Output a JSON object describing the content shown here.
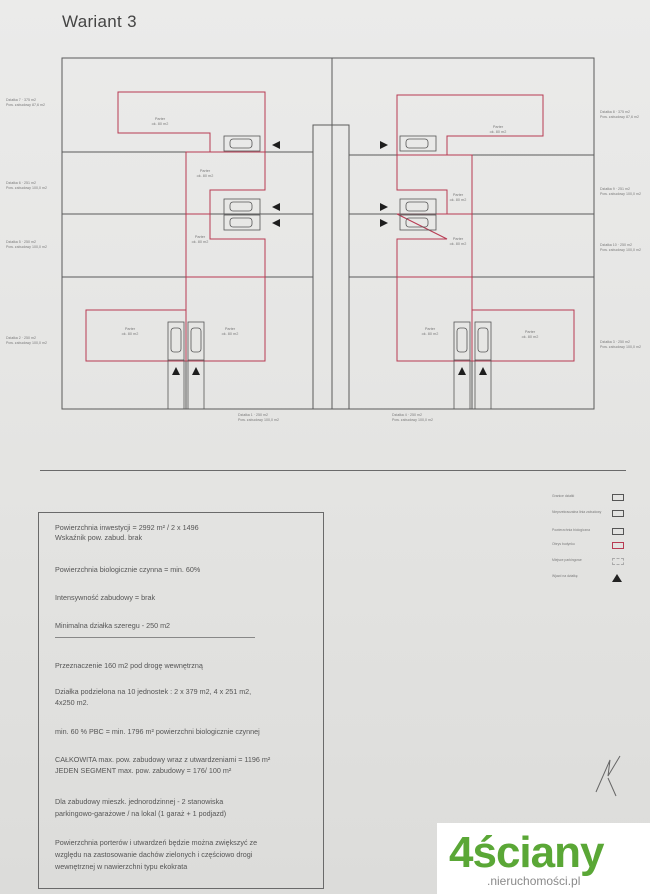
{
  "title": "Wariant 3",
  "lots": {
    "left": [
      {
        "name": "Działka 7 · 375 m2",
        "area": "Pow. zabudowy 87,6 m2"
      },
      {
        "name": "Działka 6 · 251 m2",
        "area": "Pow. zabudowy 100,0 m2"
      },
      {
        "name": "Działka 5 · 250 m2",
        "area": "Pow. zabudowy 100,0 m2"
      },
      {
        "name": "Działka 2 · 250 m2",
        "area": "Pow. zabudowy 100,0 m2"
      }
    ],
    "right": [
      {
        "name": "Działka 8 · 375 m2",
        "area": "Pow. zabudowy 87,6 m2"
      },
      {
        "name": "Działka 9 · 251 m2",
        "area": "Pow. zabudowy 100,0 m2"
      },
      {
        "name": "Działka 10 · 250 m2",
        "area": "Pow. zabudowy 100,0 m2"
      },
      {
        "name": "Działka 3 · 250 m2",
        "area": "Pow. zabudowy 100,0 m2"
      }
    ],
    "bottom_left": {
      "name": "Działka 1 · 250 m2",
      "area": "Pow. zabudowy 100,0 m2"
    },
    "bottom_right": {
      "name": "Działka 4 · 250 m2",
      "area": "Pow. zabudowy 100,0 m2"
    }
  },
  "house_label": "Parter",
  "house_area": "ok. 80 m2",
  "legend": [
    {
      "label": "Granice działki",
      "color": "#555555"
    },
    {
      "label": "Nieprzekraczalna linia zabudowy",
      "color": "#555555"
    },
    {
      "label": "Powierzchnia biologiczna",
      "color": "#555555"
    },
    {
      "label": "Obrys budynku",
      "color": "#b83a52"
    },
    {
      "label": "Miejsce parkingowe",
      "color": "#aaaaaa"
    },
    {
      "label": "Wjazd na działkę",
      "color": "#222222"
    }
  ],
  "info": {
    "line1": "Powierzchnia inwestycji = 2992 m² / 2 x 1496",
    "line2": "Wskaźnik pow. zabud. brak",
    "line3": "Powierzchnia biologicznie czynna = min. 60%",
    "line4": "Intensywność zabudowy = brak",
    "line5": "Minimalna działka szeregu - 250 m2",
    "line6": "Przeznaczenie 160 m2 pod drogę wewnętrzną",
    "line7": "Działka podzielona na 10 jednostek : 2 x 379 m2, 4 x 251 m2,",
    "line8": "4x250 m2.",
    "line9": "min. 60 % PBC = min. 1796 m² powierzchni biologicznie czynnej",
    "line10": "CAŁKOWITA max. pow. zabudowy wraz z utwardzeniami = 1196 m²",
    "line11": "JEDEN SEGMENT max. pow. zabudowy = 176/ 100 m²",
    "line12": "Dla zabudowy mieszk. jednorodzinnej - 2 stanowiska",
    "line13": "parkingowo-garażowe / na lokal (1 garaż + 1 podjazd)",
    "line14": "Powierzchnia porterów i utwardzeń będzie można zwiększyć ze",
    "line15": "względu na zastosowanie dachów zielonych i częściowo drogi",
    "line16": "wewnętrznej w nawierzchni typu ekokrata"
  },
  "logo": {
    "main": "4ściany",
    "sub": ".nieruchomości.pl"
  }
}
